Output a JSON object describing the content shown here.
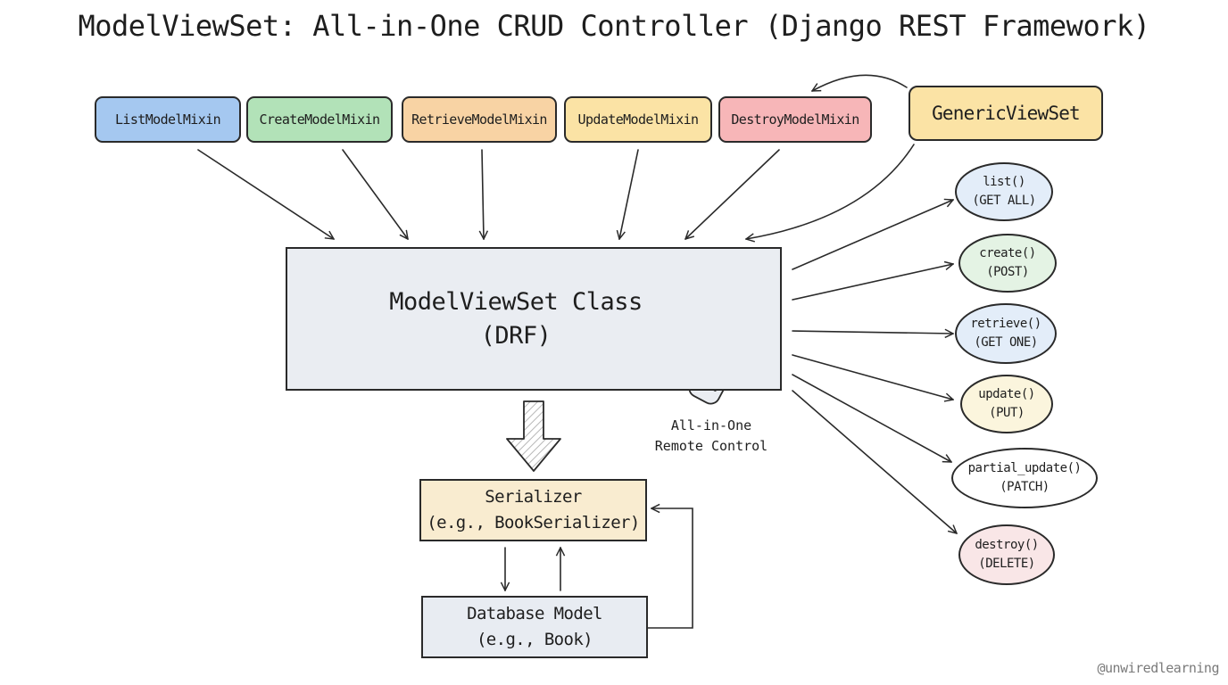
{
  "title": "ModelViewSet: All-in-One CRUD Controller (Django REST Framework)",
  "mixins": [
    {
      "label": "ListModelMixin",
      "color": "#a5c8f0"
    },
    {
      "label": "CreateModelMixin",
      "color": "#b2e2b8"
    },
    {
      "label": "RetrieveModelMixin",
      "color": "#f8d3a4"
    },
    {
      "label": "UpdateModelMixin",
      "color": "#fbe3a5"
    },
    {
      "label": "DestroyModelMixin",
      "color": "#f7b6b8"
    }
  ],
  "generic_viewset": {
    "label": "GenericViewSet",
    "color": "#fbe3a5"
  },
  "viewset": {
    "line1": "ModelViewSet Class",
    "line2": "(DRF)",
    "color": "#eaedf2"
  },
  "remote": {
    "line1": "All-in-One",
    "line2": "Remote Control"
  },
  "serializer": {
    "line1": "Serializer",
    "line2": "(e.g., BookSerializer)",
    "color": "#f9ecd0"
  },
  "model": {
    "line1": "Database Model",
    "line2": "(e.g., Book)",
    "color": "#e8ecf2"
  },
  "methods": [
    {
      "name": "list()",
      "verb": "(GET ALL)",
      "color": "#e3edf9"
    },
    {
      "name": "create()",
      "verb": "(POST)",
      "color": "#e4f3e4"
    },
    {
      "name": "retrieve()",
      "verb": "(GET ONE)",
      "color": "#e3edf9"
    },
    {
      "name": "update()",
      "verb": "(PUT)",
      "color": "#fbf5dd"
    },
    {
      "name": "partial_update()",
      "verb": "(PATCH)",
      "color": "#ffffff"
    },
    {
      "name": "destroy()",
      "verb": "(DELETE)",
      "color": "#f9e6e7"
    }
  ],
  "watermark": "@unwiredlearning"
}
